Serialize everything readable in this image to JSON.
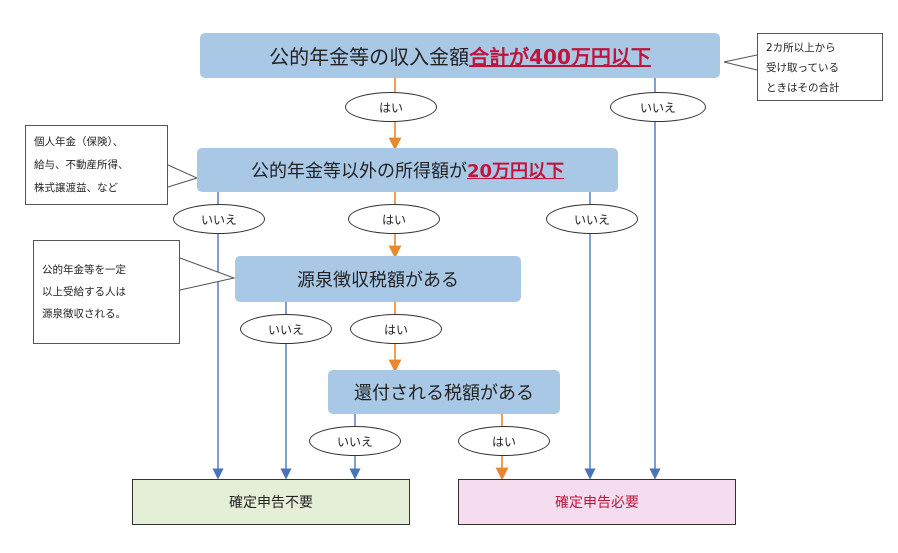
{
  "q1": {
    "prefix": "公的年金等の収入金額",
    "highlight": "合計が400万円以下"
  },
  "q2": {
    "prefix": "公的年金等以外の所得額が",
    "highlight": "20万円以下"
  },
  "q3": {
    "text": "源泉徴収税額がある"
  },
  "q4": {
    "text": "還付される税額がある"
  },
  "labels": {
    "yes": "はい",
    "no": "いいえ"
  },
  "notes": {
    "n1": [
      "2カ所以上から",
      "受け取っている",
      "ときはその合計"
    ],
    "n2": [
      "個人年金（保険）、",
      "給与、不動産所得、",
      "株式譲渡益、など"
    ],
    "n3": [
      "公的年金等を一定",
      "以上受給する人は",
      "源泉徴収される。"
    ]
  },
  "results": {
    "not_required": "確定申告不要",
    "required": "確定申告必要"
  },
  "colors": {
    "question_box": "#a9c8e6",
    "yes_arrow": "#e8872e",
    "no_arrow": "#4a74b8",
    "not_required_fill": "#e5eed7",
    "required_fill": "#f5dcef",
    "required_text": "#c0143c"
  }
}
